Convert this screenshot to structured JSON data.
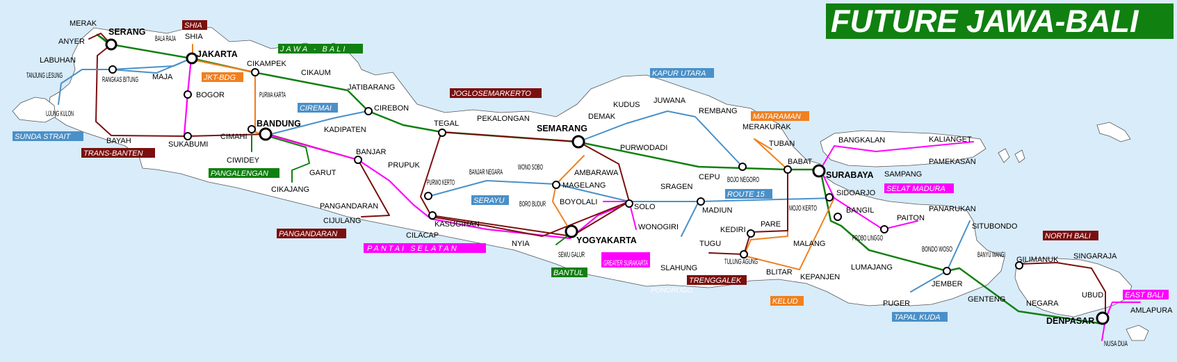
{
  "title": "FUTURE JAWA-BALI",
  "colors": {
    "sea": "#d8ecfa",
    "land": "#ffffff",
    "title_bg": "#108010",
    "green": "#108010",
    "maroon": "#7b0f0f",
    "magenta": "#ff00ff",
    "orange": "#f08020",
    "blue": "#4a90c8"
  },
  "lines": [
    {
      "name": "JAWA - BALI",
      "color": "#108010"
    },
    {
      "name": "TRANS-BANTEN",
      "color": "#7b0f0f"
    },
    {
      "name": "SUNDA STRAIT",
      "color": "#4a90c8"
    },
    {
      "name": "SHIA",
      "color": "#7b0f0f"
    },
    {
      "name": "JKT-BDG",
      "color": "#f08020"
    },
    {
      "name": "CIREMAI",
      "color": "#4a90c8"
    },
    {
      "name": "PANGALENGAN",
      "color": "#108010"
    },
    {
      "name": "PANGANDARAN",
      "color": "#7b0f0f"
    },
    {
      "name": "PANTAI SELATAN",
      "color": "#ff00ff"
    },
    {
      "name": "JOGLOSEMARKERTO",
      "color": "#7b0f0f"
    },
    {
      "name": "SERAYU",
      "color": "#4a90c8"
    },
    {
      "name": "BANTUL",
      "color": "#108010"
    },
    {
      "name": "GREATER SURAKARTA",
      "color": "#ff00ff"
    },
    {
      "name": "KAPUR UTARA",
      "color": "#4a90c8"
    },
    {
      "name": "MATARAMAN",
      "color": "#f08020"
    },
    {
      "name": "ROUTE 15",
      "color": "#4a90c8"
    },
    {
      "name": "TRENGGALEK",
      "color": "#7b0f0f"
    },
    {
      "name": "KELUD",
      "color": "#f08020"
    },
    {
      "name": "SELAT MADURA",
      "color": "#ff00ff"
    },
    {
      "name": "TAPAL KUDA",
      "color": "#4a90c8"
    },
    {
      "name": "NORTH BALI",
      "color": "#7b0f0f"
    },
    {
      "name": "EAST BALI",
      "color": "#ff00ff"
    }
  ],
  "cities": [
    "SERANG",
    "JAKARTA",
    "BANDUNG",
    "SEMARANG",
    "YOGYAKARTA",
    "SURABAYA",
    "DENPASAR"
  ],
  "stations": [
    "MERAK",
    "ANYER",
    "LABUHAN",
    "TANJUNG LESUNG",
    "UJUNG KULON",
    "RANGKAS BITUNG",
    "MAJA",
    "BALA RAJA",
    "SHIA",
    "BOGOR",
    "SUKABUMI",
    "BAYAH",
    "CIKAMPEK",
    "PURWA KARTA",
    "CIKAUM",
    "JATIBARANG",
    "CIREBON",
    "KADIPATEN",
    "CIMAHI",
    "CIWIDEY",
    "CIKAJANG",
    "GARUT",
    "BANJAR",
    "PANGANDARAN",
    "CIJULANG",
    "TEGAL",
    "PEKALONGAN",
    "PRUPUK",
    "PURWO KERTO",
    "KASUGIHAN",
    "CILACAP",
    "NYIA",
    "BANJAR NEGARA",
    "WONO SOBO",
    "MAGELANG",
    "AMBARAWA",
    "BORO BUDUR",
    "BOYOLALI",
    "SEWU GALUR",
    "SOLO",
    "WONOGIRI",
    "SRAGEN",
    "DEMAK",
    "KUDUS",
    "JUWANA",
    "REMBANG",
    "PURWODADI",
    "CEPU",
    "BOJO NEGORO",
    "MERAKURAK",
    "TUBAN",
    "BABAT",
    "MADIUN",
    "SLAHUNG",
    "KEDIRI",
    "PARE",
    "TUGU",
    "TULUNG AGUNG",
    "BLITAR",
    "MOJO KERTO",
    "MALANG",
    "KEPANJEN",
    "SIDOARJO",
    "BANGIL",
    "PROBO LINGGO",
    "PAITON",
    "LUMAJANG",
    "BANGKALAN",
    "SAMPANG",
    "KALIANGET",
    "PAMEKASAN",
    "PANARUKAN",
    "SITUBONDO",
    "BONDO WOSO",
    "JEMBER",
    "PUGER",
    "GENTENG",
    "BANYU WANGI",
    "GILIMANUK",
    "SINGARAJA",
    "NEGARA",
    "UBUD",
    "AMLAPURA",
    "NUSA DUA",
    "PONOROGO"
  ]
}
